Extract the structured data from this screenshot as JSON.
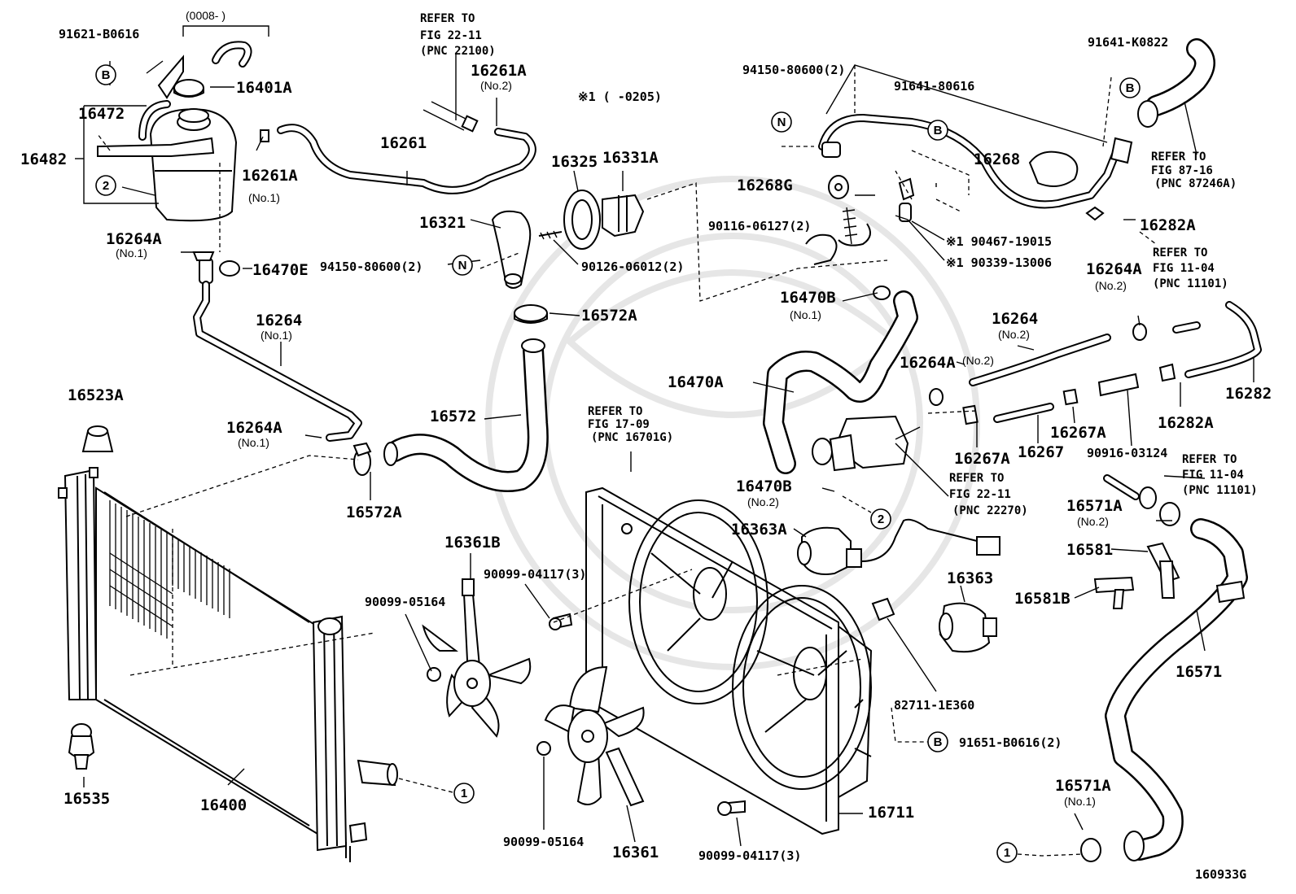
{
  "diagram_id": "160933G",
  "labels": {
    "p91621": "91621-B0616",
    "p0008": "(0008-     )",
    "p16401A": "16401A",
    "p16472": "16472",
    "p16482": "16482",
    "p16261A1": "16261A",
    "p16261A1_sub": "(No.1)",
    "p16264A1a": "16264A",
    "p16264A1a_sub": "(No.1)",
    "p16470E": "16470E",
    "p16264_1": "16264",
    "p16264_1_sub": "(No.1)",
    "p16523A": "16523A",
    "p16264A1b": "16264A",
    "p16264A1b_sub": "(No.1)",
    "p16572A_bot": "16572A",
    "p16535": "16535",
    "p16400": "16400",
    "ref1_l1": "REFER TO",
    "ref1_l2": "FIG 22-11",
    "ref1_l3": "(PNC 22100)",
    "p16261A2": "16261A",
    "p16261A2_sub": "(No.2)",
    "p16261": "16261",
    "note1": "※1 (     -0205)",
    "p16325": "16325",
    "p16331A": "16331A",
    "p16321": "16321",
    "p94150_left": "94150-80600(2)",
    "p90126": "90126-06012(2)",
    "p16572A_top": "16572A",
    "p16572": "16572",
    "ref2_l1": "REFER TO",
    "ref2_l2": "FIG 17-09",
    "ref2_l3": "(PNC 16701G)",
    "p16361B": "16361B",
    "p90099_04117_top": "90099-04117(3)",
    "p90099_05164_top": "90099-05164",
    "p90099_05164_bot": "90099-05164",
    "p16361": "16361",
    "p90099_04117_bot": "90099-04117(3)",
    "p16711": "16711",
    "p94150_right": "94150-80600(2)",
    "p91641_80616": "91641-80616",
    "p91641_K0822": "91641-K0822",
    "p16268G": "16268G",
    "p16268": "16268",
    "ref3_l1": "REFER TO",
    "ref3_l2": "FIG 87-16",
    "ref3_l3": "(PNC 87246A)",
    "p90116": "90116-06127(2)",
    "p16282A_top": "16282A",
    "p90467": "※1 90467-19015",
    "p90339": "※1 90339-13006",
    "ref4_l1": "REFER TO",
    "ref4_l2": "FIG 11-04",
    "ref4_l3": "(PNC 11101)",
    "p16470B1": "16470B",
    "p16470B1_sub": "(No.1)",
    "p16264A2a": "16264A",
    "p16264A2a_sub": "(No.2)",
    "p16264_2": "16264",
    "p16264_2_sub": "(No.2)",
    "p16264A2b": "16264A",
    "p16264A2b_sub": "(No.2)",
    "p16470A": "16470A",
    "p16282": "16282",
    "p16267A_left": "16267A",
    "p16267": "16267",
    "p16267A_right": "16267A",
    "p16282A_bot": "16282A",
    "p90916": "90916-03124",
    "ref5_l1": "REFER TO",
    "ref5_l2": "FIG 22-11",
    "ref5_l3": "(PNC 22270)",
    "ref6_l1": "REFER TO",
    "ref6_l2": "FIG 11-04",
    "ref6_l3": "(PNC 11101)",
    "p16470B2": "16470B",
    "p16470B2_sub": "(No.2)",
    "p16363A": "16363A",
    "p16571A2": "16571A",
    "p16571A2_sub": "(No.2)",
    "p16581": "16581",
    "p16581B": "16581B",
    "p16363": "16363",
    "p82711": "82711-1E360",
    "p91651": "91651-B0616(2)",
    "p16571": "16571",
    "p16571A1": "16571A",
    "p16571A1_sub": "(No.1)",
    "circle_B": "B",
    "circle_N": "N",
    "circle_1": "1",
    "circle_2": "2"
  }
}
